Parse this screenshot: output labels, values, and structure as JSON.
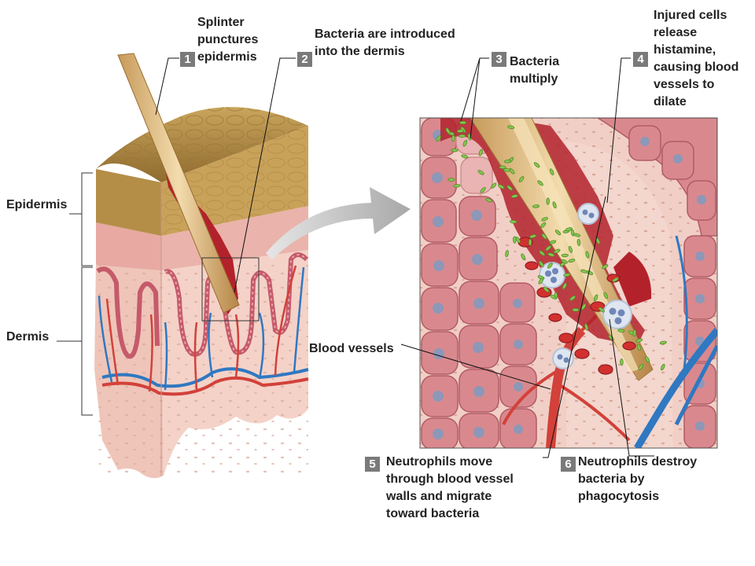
{
  "steps": [
    {
      "number": "1",
      "text": "Splinter\npunctures\nepidermis"
    },
    {
      "number": "2",
      "text": "Bacteria are introduced\ninto the dermis"
    },
    {
      "number": "3",
      "text": "Bacteria\nmultiply"
    },
    {
      "number": "4",
      "text": "Injured cells\nrelease\nhistamine,\ncausing blood\nvessels to\ndilate"
    },
    {
      "number": "5",
      "text": "Neutrophils move\nthrough blood vessel\nwalls and migrate\ntoward bacteria"
    },
    {
      "number": "6",
      "text": "Neutrophils destroy\nbacteria by\nphagocytosis"
    }
  ],
  "labels": {
    "epidermis": "Epidermis",
    "dermis": "Dermis",
    "blood_vessels": "Blood vessels"
  },
  "colors": {
    "tissue": "#f2c9c0",
    "epidermis_surface": "#b08a45",
    "blood_red": "#c0202a",
    "vein_blue": "#3a7fc4",
    "bacteria_green": "#7cc24a",
    "neutrophil": "#dfe6f0",
    "step_badge": "#7a7a7a"
  }
}
